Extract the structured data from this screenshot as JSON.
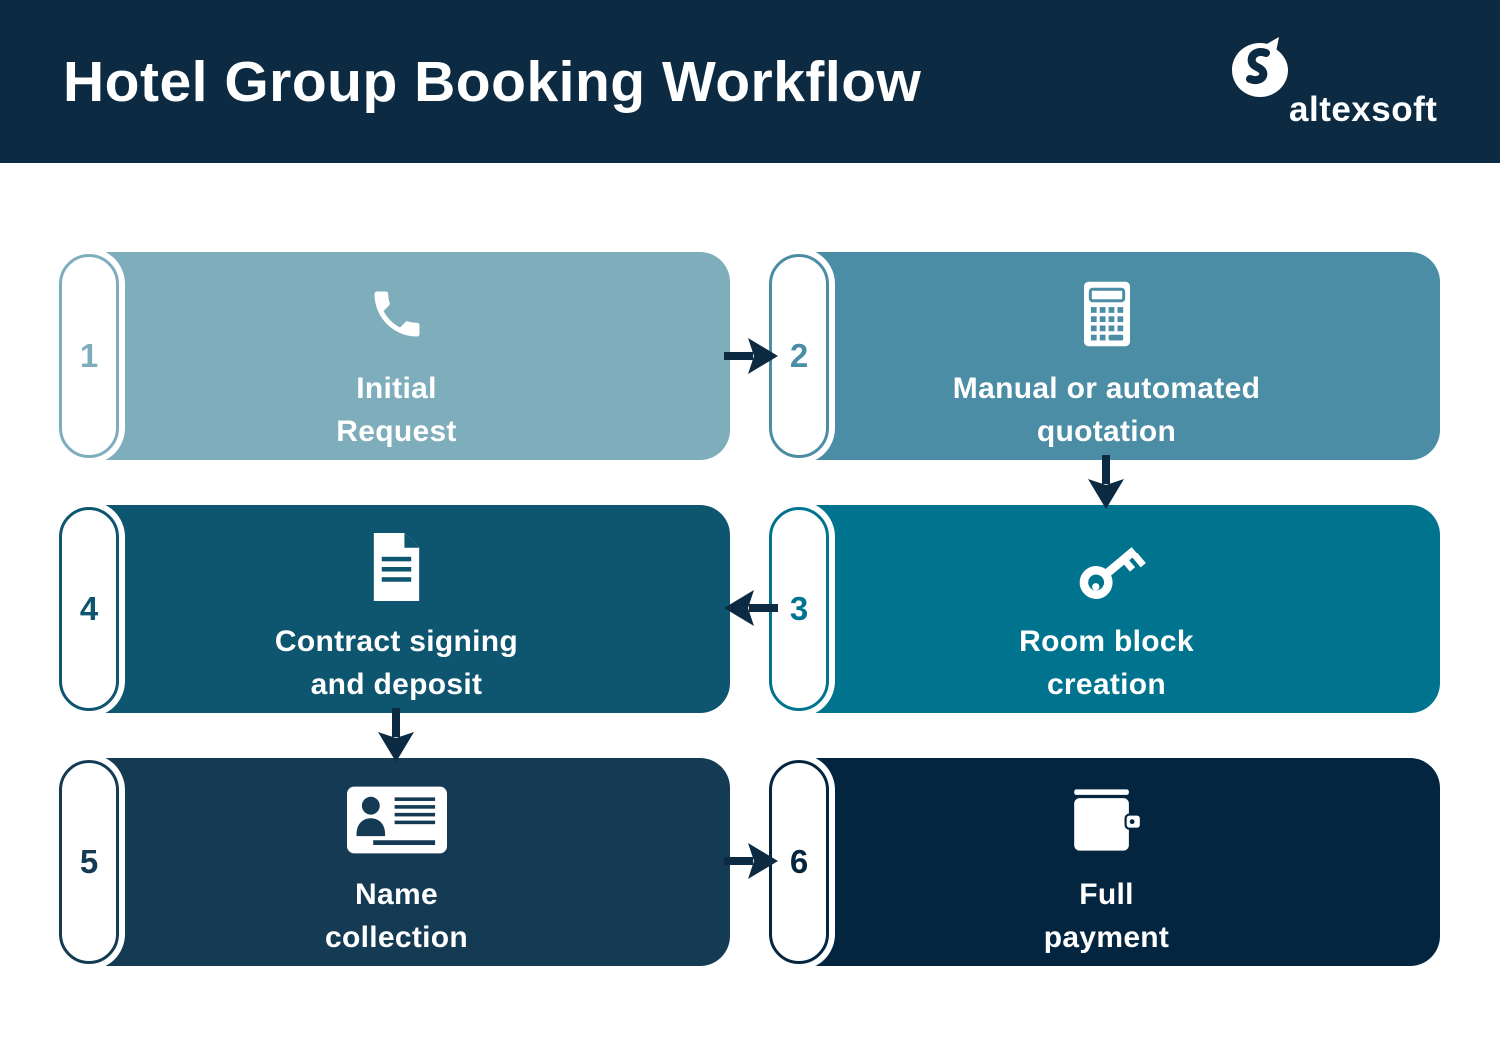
{
  "page": {
    "background": "#ffffff"
  },
  "header": {
    "title": "Hotel Group Booking Workflow",
    "background": "#0c2b42",
    "text_color": "#ffffff",
    "logo_icon": "altexsoft-bubble-icon",
    "logo_text": "altexsoft"
  },
  "arrow_color": "#0c2b42",
  "steps": [
    {
      "number": "1",
      "line1": "Initial",
      "line2": "Request",
      "icon": "phone-icon",
      "color": "#7eadbc"
    },
    {
      "number": "2",
      "line1": "Manual or automated",
      "line2": "quotation",
      "icon": "calculator-icon",
      "color": "#4c8da6"
    },
    {
      "number": "3",
      "line1": "Room block",
      "line2": "creation",
      "icon": "key-icon",
      "color": "#00748f"
    },
    {
      "number": "4",
      "line1": "Contract signing",
      "line2": "and deposit",
      "icon": "document-icon",
      "color": "#0e5570"
    },
    {
      "number": "5",
      "line1": "Name",
      "line2": "collection",
      "icon": "id-card-icon",
      "color": "#143a54"
    },
    {
      "number": "6",
      "line1": "Full",
      "line2": "payment",
      "icon": "wallet-icon",
      "color": "#03253f"
    }
  ],
  "arrows": [
    {
      "from": "1",
      "to": "2",
      "direction": "right"
    },
    {
      "from": "2",
      "to": "3",
      "direction": "down"
    },
    {
      "from": "3",
      "to": "4",
      "direction": "left"
    },
    {
      "from": "4",
      "to": "5",
      "direction": "down"
    },
    {
      "from": "5",
      "to": "6",
      "direction": "right"
    }
  ]
}
